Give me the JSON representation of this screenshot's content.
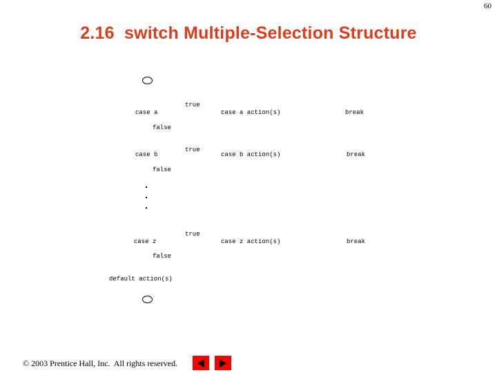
{
  "slide": {
    "page_number": "60",
    "title": "2.16  switch Multiple-Selection Structure",
    "title_color": "#dc3c1e",
    "background_color": "#ffffff"
  },
  "flowchart": {
    "type": "switch-multiple-selection-structure",
    "top_connector": "",
    "bottom_connector": "",
    "ellipsis": "...",
    "rows": [
      {
        "decision_label": "case a",
        "true_label": "true",
        "false_label": "false",
        "action_label": "case a action(s)",
        "break_label": "break"
      },
      {
        "decision_label": "case b",
        "true_label": "true",
        "false_label": "false",
        "action_label": "case b action(s)",
        "break_label": "break"
      },
      {
        "decision_label": "case z",
        "true_label": "true",
        "false_label": "false",
        "action_label": "case z action(s)",
        "break_label": "break"
      }
    ],
    "default_action_label": "default action(s)"
  },
  "footer": {
    "copyright": "© 2003 Prentice Hall, Inc.  All rights reserved.",
    "prev_button_icon": "triangle-left",
    "next_button_icon": "triangle-right",
    "button_color": "#ff0000"
  }
}
